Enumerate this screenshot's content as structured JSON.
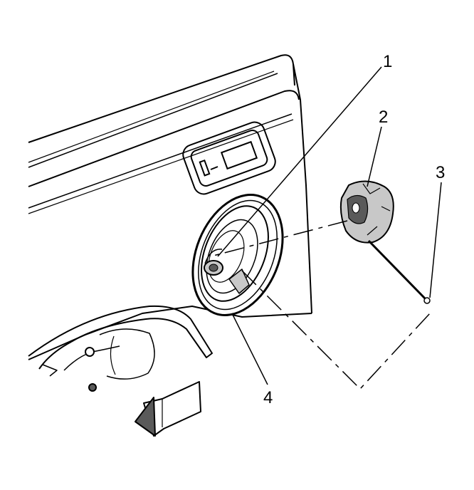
{
  "callouts": [
    {
      "id": "1",
      "label": "1"
    },
    {
      "id": "2",
      "label": "2"
    },
    {
      "id": "3",
      "label": "3"
    },
    {
      "id": "4",
      "label": "4"
    }
  ],
  "colors": {
    "stroke": "#000000",
    "background": "#ffffff",
    "shade": "#c8c8c8",
    "dark": "#5a5a5a"
  },
  "icons": {
    "direction_arrow": "front-arrow-icon"
  }
}
